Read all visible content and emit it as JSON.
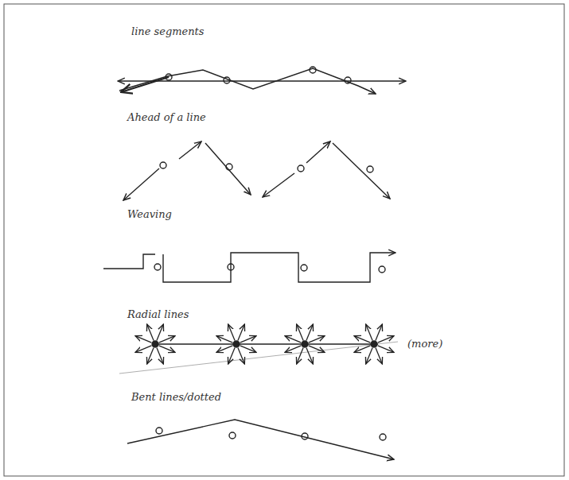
{
  "diagram": {
    "labels": [
      "line segments",
      "Ahead of a line",
      "Weaving",
      "Radial lines",
      "(more)",
      "Bent lines/dotted"
    ]
  }
}
